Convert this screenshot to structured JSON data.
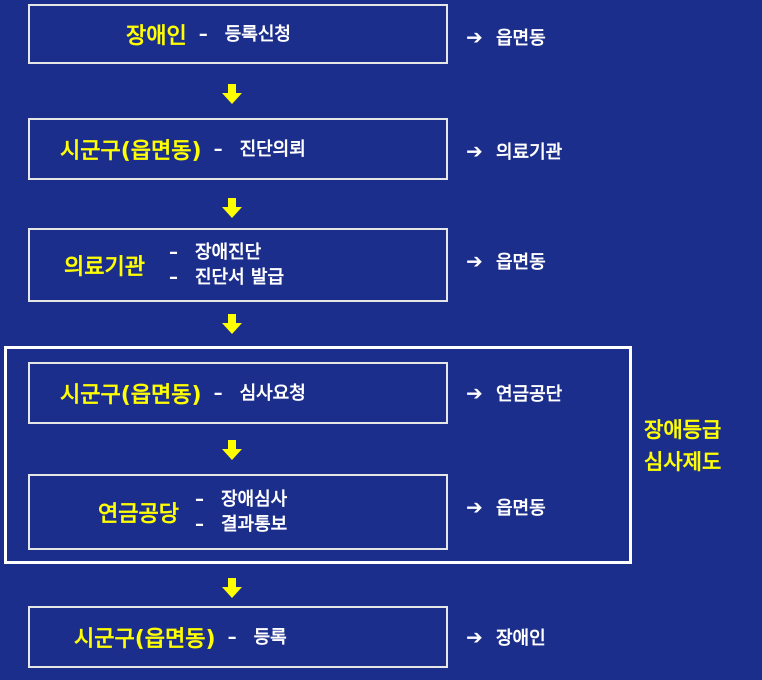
{
  "steps": [
    {
      "actor": "장애인",
      "actions": [
        "등록신청"
      ],
      "result": "읍면동"
    },
    {
      "actor": "시군구(읍면동)",
      "actions": [
        "진단의뢰"
      ],
      "result": "의료기관"
    },
    {
      "actor": "의료기관",
      "actions": [
        "장애진단",
        "진단서 발급"
      ],
      "result": "읍면동"
    },
    {
      "actor": "시군구(읍면동)",
      "actions": [
        "심사요청"
      ],
      "result": "연금공단"
    },
    {
      "actor": "연금공당",
      "actions": [
        "장애심사",
        "결과통보"
      ],
      "result": "읍면동"
    },
    {
      "actor": "시군구(읍면동)",
      "actions": [
        "등록"
      ],
      "result": "장애인"
    }
  ],
  "group": {
    "line1": "장애등급",
    "line2": "심사제도"
  },
  "symbols": {
    "dash": "–",
    "arrow_right": "➔"
  },
  "colors": {
    "background": "#1c2e8c",
    "actor": "#ffff00",
    "text": "#ffffff",
    "box_border": "#e6e6e6"
  }
}
